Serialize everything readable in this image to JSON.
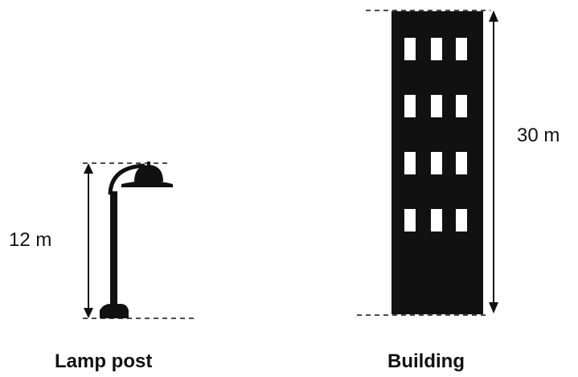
{
  "lamp_post": {
    "height_label": "12 m",
    "caption": "Lamp post"
  },
  "building": {
    "height_label": "30 m",
    "caption": "Building",
    "window_rows": 4,
    "window_columns": 3
  },
  "colors": {
    "ink": "#111111",
    "window": "#ffffff",
    "background": "#ffffff"
  }
}
